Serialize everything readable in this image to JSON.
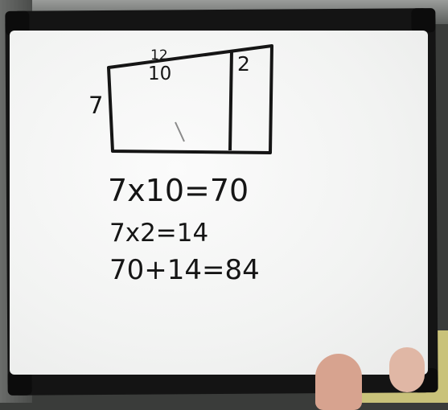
{
  "whiteboard": {
    "top_label_upper": "12",
    "top_label_lower": "10",
    "right_part_label": "2",
    "side_label": "7",
    "equations": [
      "7x10=70",
      "7x2=14",
      "70+14=84"
    ]
  }
}
